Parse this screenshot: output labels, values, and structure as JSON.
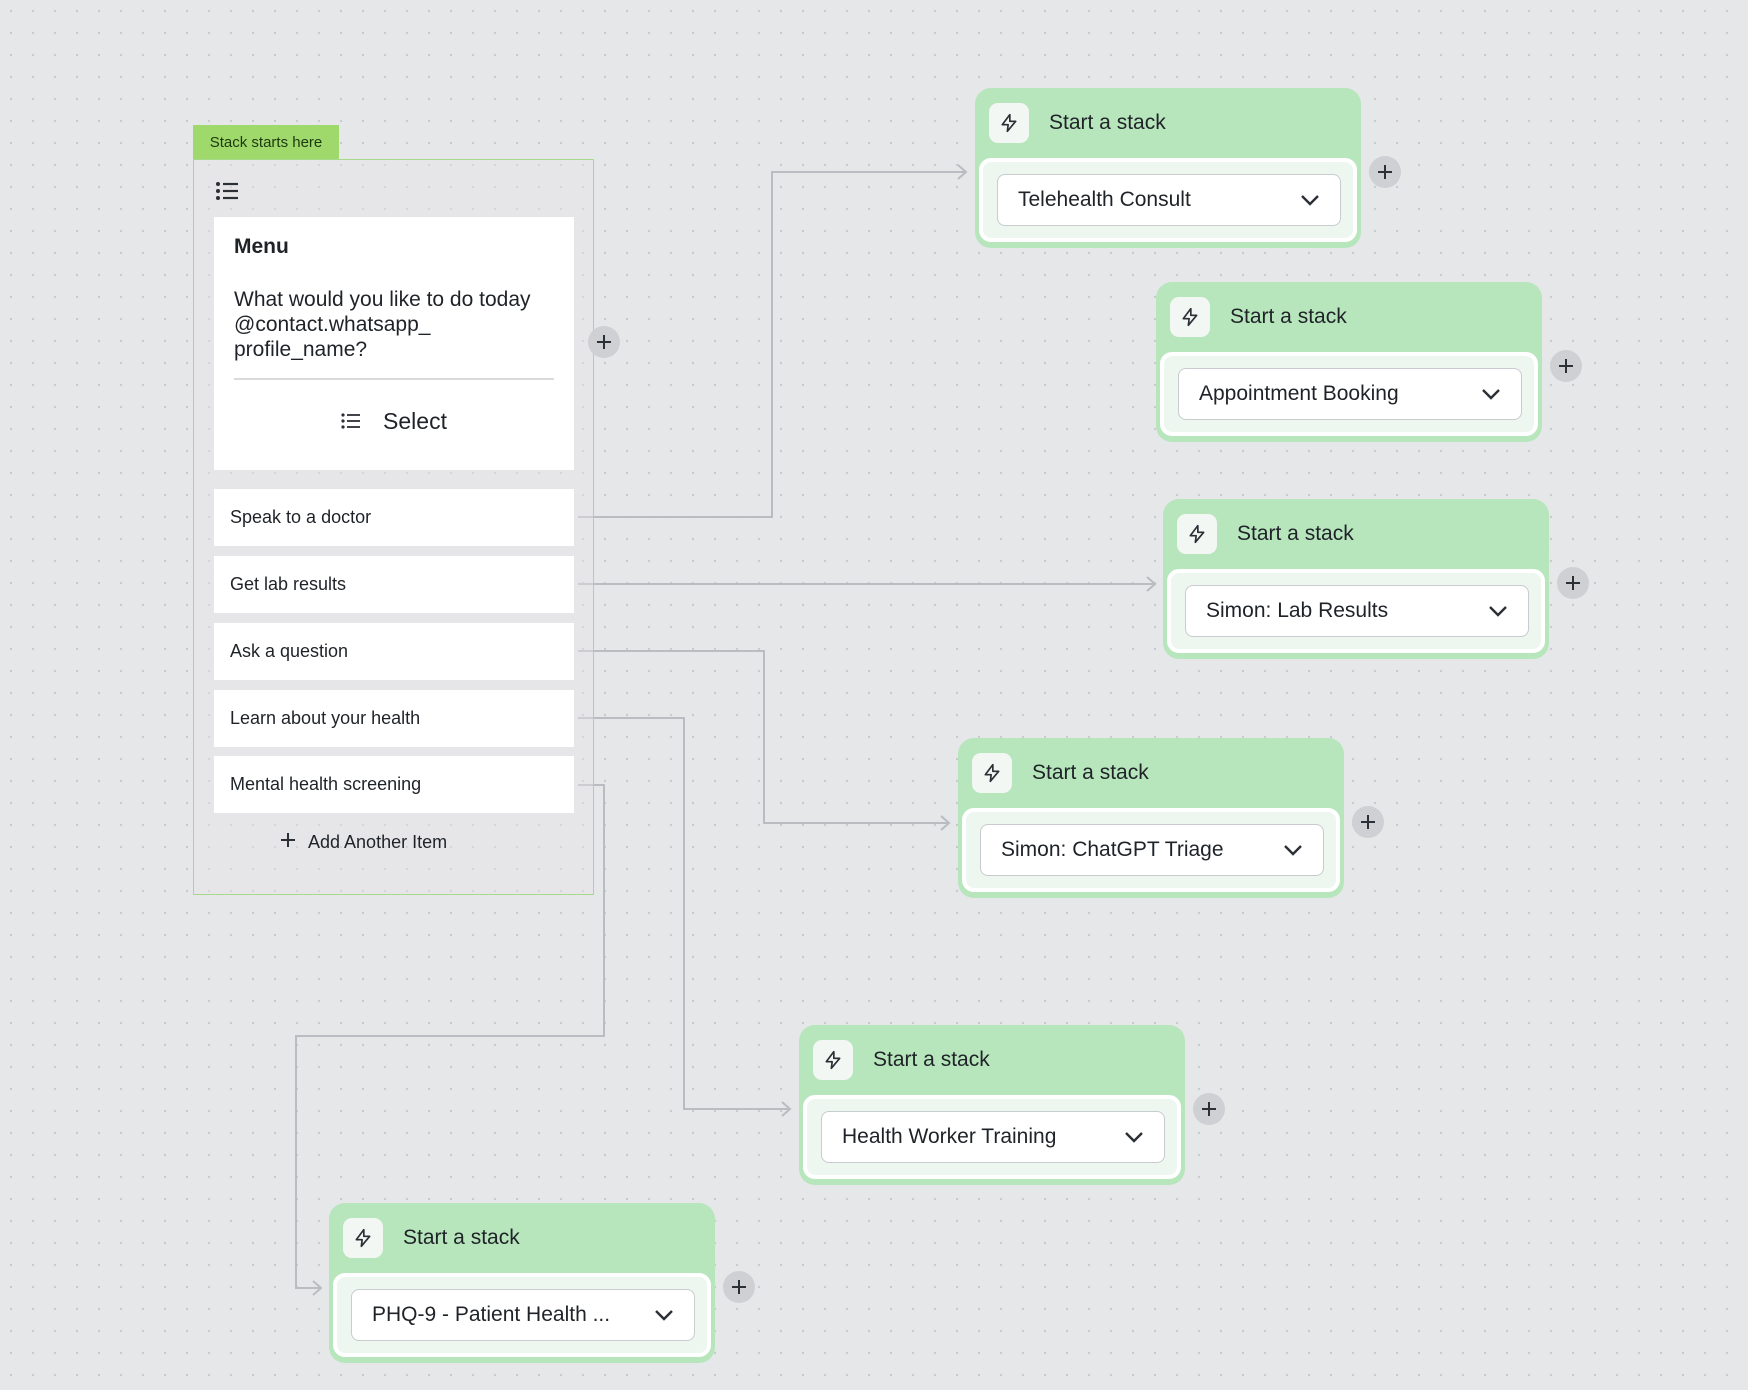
{
  "start_tag": "Stack starts here",
  "menu": {
    "title": "Menu",
    "body": "What would you like to do today @contact.whatsapp_\nprofile_name?",
    "select_label": "Select",
    "options": [
      "Speak to a doctor",
      "Get lab results",
      "Ask a question",
      "Learn about your health",
      "Mental health screening"
    ],
    "add_item_label": "Add Another Item"
  },
  "stacks": [
    {
      "title": "Start a stack",
      "selected": "Telehealth Consult"
    },
    {
      "title": "Start a stack",
      "selected": "Appointment Booking"
    },
    {
      "title": "Start a stack",
      "selected": "Simon: Lab Results"
    },
    {
      "title": "Start a stack",
      "selected": "Simon: ChatGPT Triage"
    },
    {
      "title": "Start a stack",
      "selected": "Health Worker Training"
    },
    {
      "title": "Start a stack",
      "selected": "PHQ-9 - Patient Health ..."
    }
  ],
  "colors": {
    "canvas": "#e6e7e9",
    "start_tag": "#9fd86b",
    "stack_node": "#b7e5bc",
    "connector": "#b9bcc1"
  }
}
